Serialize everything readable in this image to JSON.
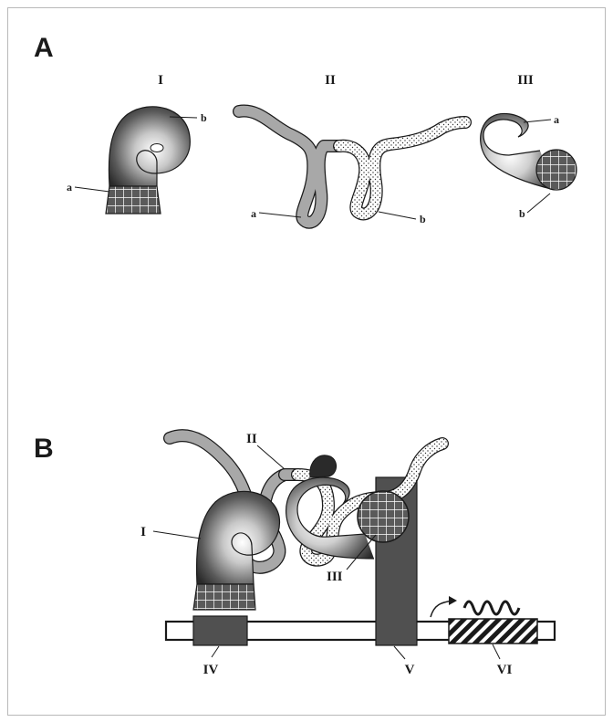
{
  "panel_a": {
    "label": "A",
    "molecules": [
      {
        "numeral": "I",
        "end_a": "a",
        "end_b": "b"
      },
      {
        "numeral": "II",
        "end_a": "a",
        "end_b": "b"
      },
      {
        "numeral": "III",
        "end_a": "b",
        "end_b": "a"
      }
    ]
  },
  "panel_b": {
    "label": "B",
    "labels": {
      "one": "I",
      "two": "II",
      "three": "III",
      "four": "IV",
      "five": "V",
      "six": "VI"
    }
  },
  "colors": {
    "dark_grey": "#505050",
    "light_grey": "#a8a8a8",
    "mid_grey": "#7a7a7a",
    "ink": "#1a1a1a"
  }
}
